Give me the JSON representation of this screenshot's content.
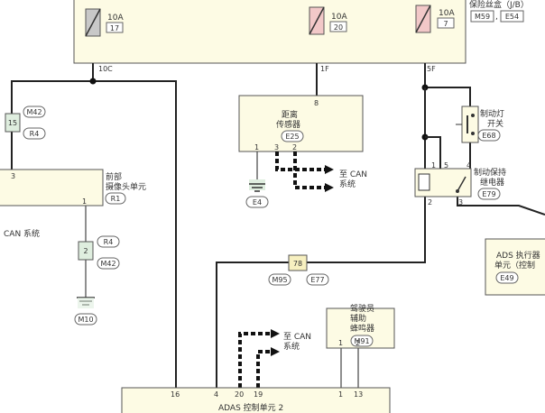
{
  "fuse_box": {
    "label_line1": "保险丝盒（J/B）",
    "connectors": [
      "M59",
      "E54"
    ],
    "fuses": [
      {
        "rating": "10A",
        "number": "17",
        "pin": "10C",
        "color": "#c8c8c8"
      },
      {
        "rating": "10A",
        "number": "20",
        "pin": "1F",
        "color": "#f2c8c8"
      },
      {
        "rating": "10A",
        "number": "7",
        "pin": "5F",
        "color": "#f2c8c8"
      }
    ]
  },
  "splice_left": {
    "number": "15",
    "connectors": [
      "M42",
      "R4"
    ]
  },
  "front_camera": {
    "pin_top": "3",
    "pin_bottom": "1",
    "label_line1": "前部",
    "label_line2": "摄像头单元",
    "connector": "R1"
  },
  "can_left": "CAN 系统",
  "splice_left2": {
    "number": "2",
    "connectors": [
      "R4",
      "M42"
    ]
  },
  "ground_left": {
    "connector": "M10"
  },
  "distance_sensor": {
    "pin_top": "8",
    "label_line1": "距离",
    "label_line2": "传感器",
    "connector": "E25",
    "pins_bottom": [
      "1",
      "3",
      "2"
    ]
  },
  "to_can_top": {
    "line1": "至 CAN",
    "line2": "系统"
  },
  "ground_mid": {
    "connector": "E4"
  },
  "brake_switch": {
    "label_line1": "制动灯",
    "label_line2": "开关",
    "connector": "E68"
  },
  "brake_relay": {
    "pins": [
      "1",
      "5",
      "4",
      "2",
      "3"
    ],
    "label_line1": "制动保持",
    "label_line2": "继电器",
    "connector": "E79"
  },
  "ads_actuator": {
    "label_line1": "ADS 执行器",
    "label_line2": "单元（控制",
    "connector": "E49"
  },
  "joint_connector": {
    "number": "78",
    "connectors": [
      "M95",
      "E77"
    ]
  },
  "to_can_bottom": {
    "line1": "至 CAN",
    "line2": "系统"
  },
  "driver_buzzer": {
    "label_line1": "驾驶员",
    "label_line2": "辅助",
    "label_line3": "蜂鸣器",
    "connector": "M91",
    "pins": [
      "1",
      "2"
    ]
  },
  "adas_unit": {
    "label": "ADAS 控制单元 2",
    "pins": [
      "16",
      "4",
      "20",
      "19",
      "1",
      "13"
    ]
  },
  "colors": {
    "box_fill": "#fdfbe4",
    "wire": "#222222",
    "watermark": "#f0eed8"
  }
}
